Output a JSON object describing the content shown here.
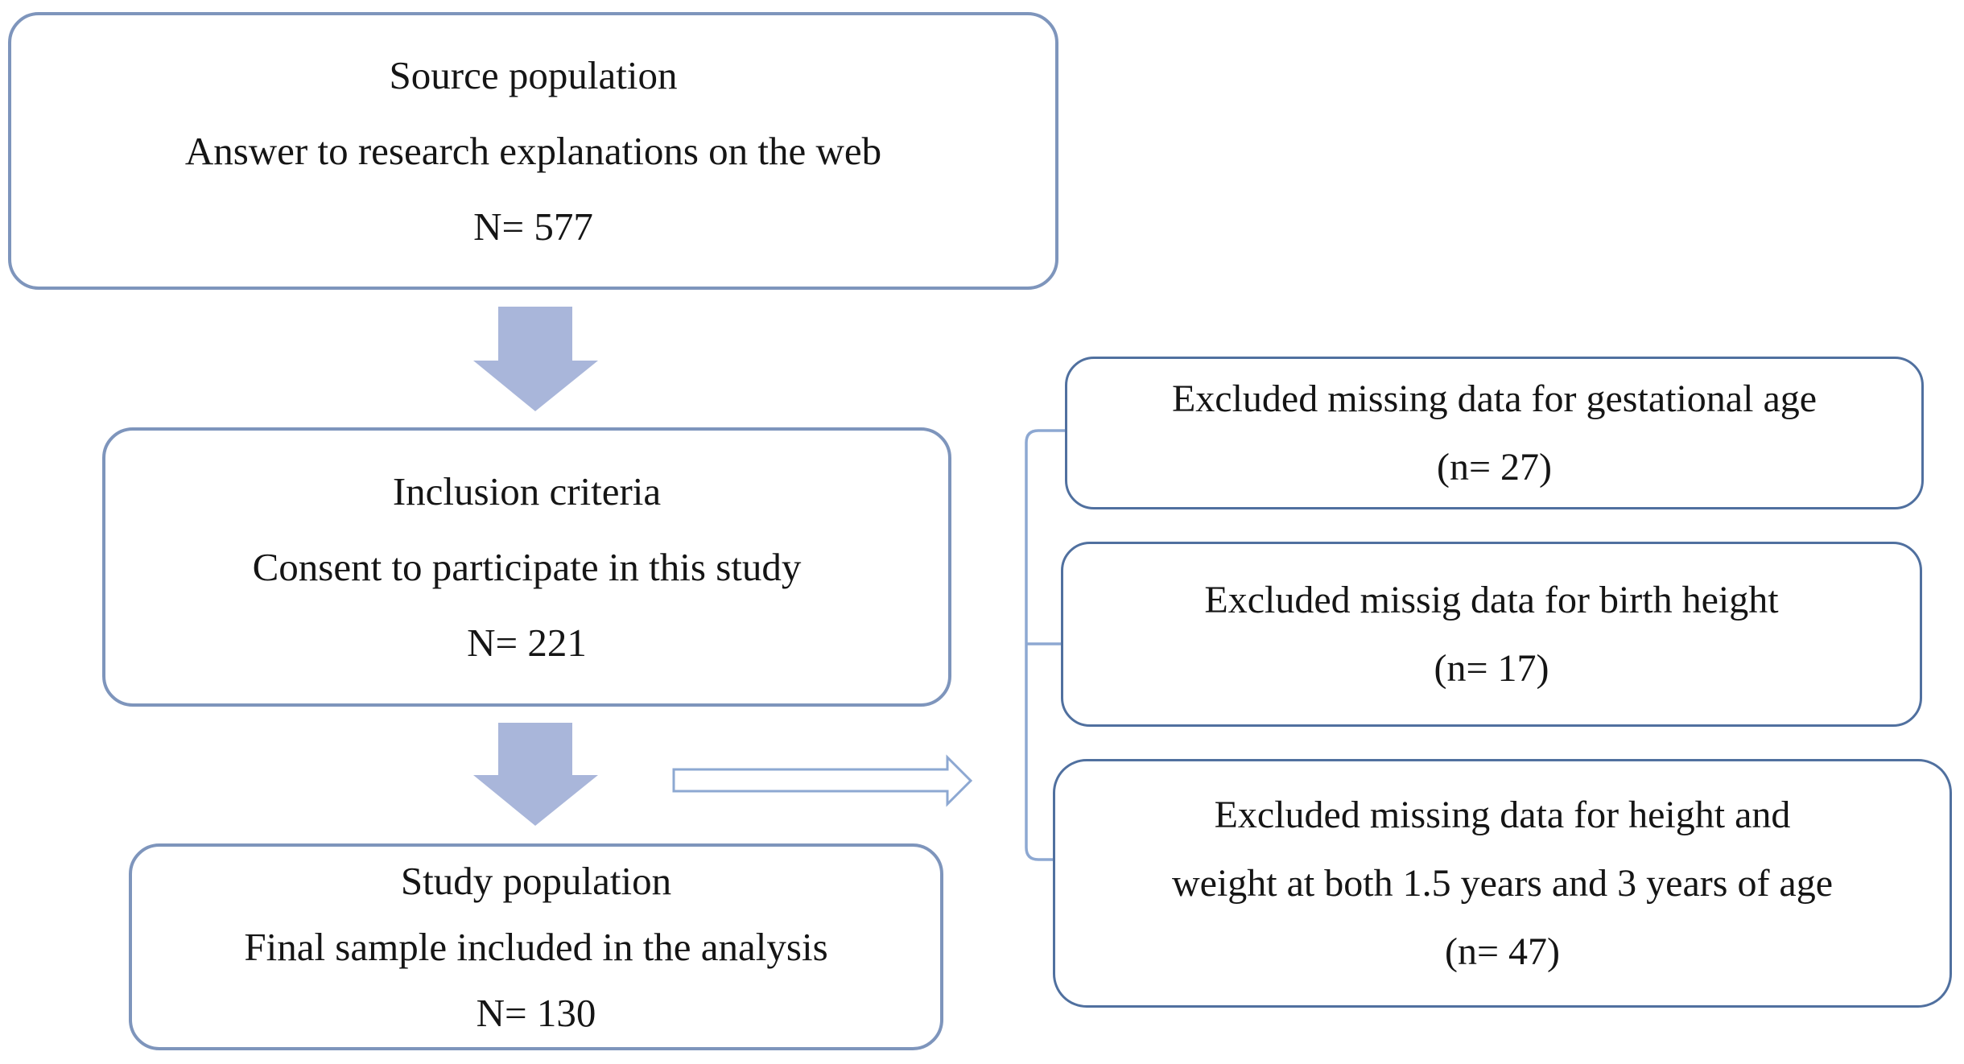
{
  "figure": {
    "type": "study-flow-diagram",
    "background": "#ffffff",
    "colors": {
      "left_box_border": "#7e95bc",
      "right_box_border": "#50709f",
      "solid_arrow_fill": "#a9b6da",
      "connector_stroke": "#8da8d2",
      "text": "#151515"
    },
    "nodes": {
      "source": {
        "lines": [
          "Source population",
          "Answer to research explanations on the web",
          "N= 577"
        ]
      },
      "inclusion": {
        "lines": [
          "Inclusion criteria",
          "Consent to participate in this study",
          "N= 221"
        ]
      },
      "study": {
        "lines": [
          "Study population",
          "Final sample included in the analysis",
          "N= 130"
        ]
      },
      "excluded_gestational_age": {
        "lines": [
          "Excluded missing data for gestational age",
          "(n= 27)"
        ]
      },
      "excluded_birth_height": {
        "lines": [
          "Excluded missig data for birth height",
          "(n= 17)"
        ]
      },
      "excluded_height_weight": {
        "lines": [
          "Excluded missing data for height and",
          "weight at both 1.5 years and 3 years of age",
          "(n= 47)"
        ]
      }
    }
  }
}
